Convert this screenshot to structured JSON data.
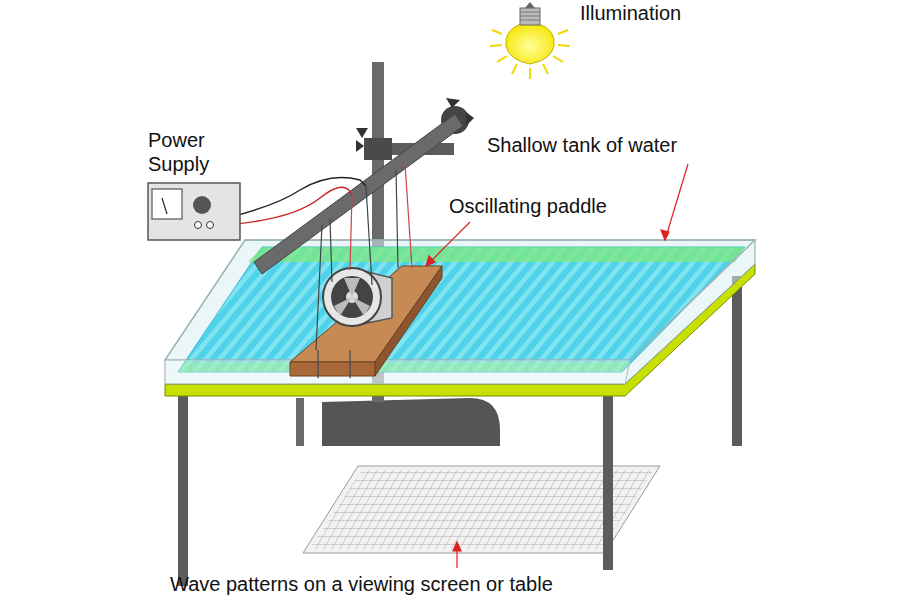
{
  "diagram": {
    "labels": [
      "Illumination",
      "Power Supply",
      "Shallow tank of water",
      "Oscillating paddle",
      "Wave patterns on a viewing screen or table"
    ]
  }
}
